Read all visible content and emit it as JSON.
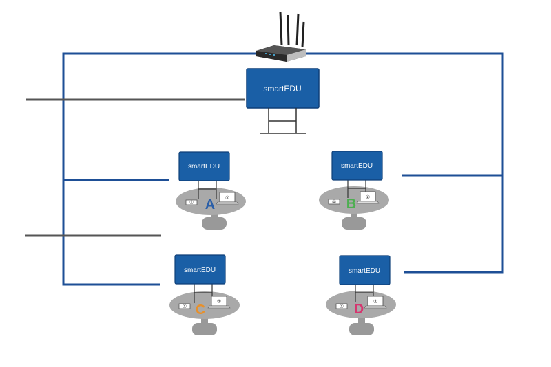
{
  "main_display": {
    "label": "smartEDU"
  },
  "groups": [
    {
      "screen_label": "smartEDU",
      "letter": "A",
      "letter_color": "#2b5fa8",
      "device_num_1": "①",
      "device_num_2": "②"
    },
    {
      "screen_label": "smartEDU",
      "letter": "B",
      "letter_color": "#4caf50",
      "device_num_1": "①",
      "device_num_2": "②"
    },
    {
      "screen_label": "smartEDU",
      "letter": "C",
      "letter_color": "#e8902a",
      "device_num_1": "①",
      "device_num_2": "②"
    },
    {
      "screen_label": "smartEDU",
      "letter": "D",
      "letter_color": "#d6356f",
      "device_num_1": "①",
      "device_num_2": "②"
    }
  ],
  "colors": {
    "network_line": "#1e4f96",
    "wall_line": "#555555",
    "screen_fill": "#1a5fa6",
    "screen_border": "#0d3f78",
    "table_top": "#a9a9a9",
    "table_base": "#999999"
  }
}
